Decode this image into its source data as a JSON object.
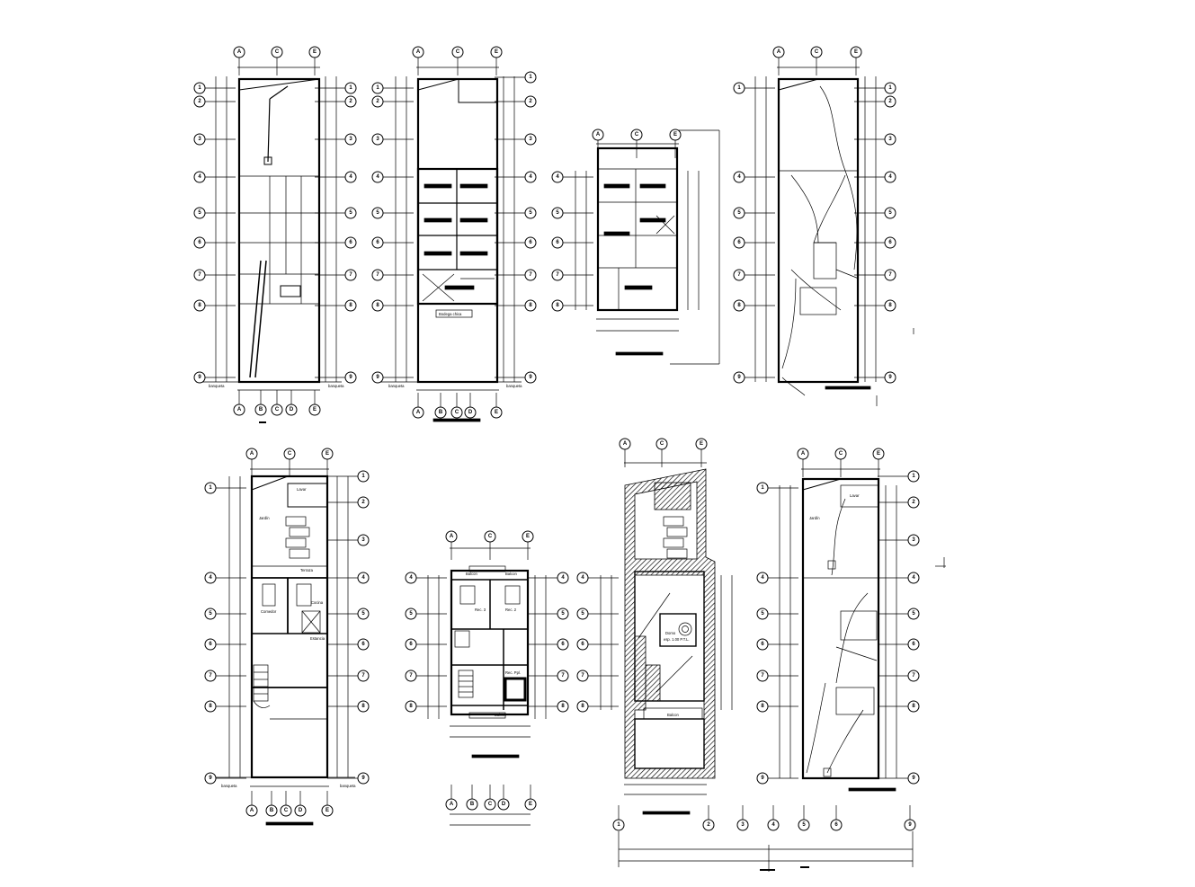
{
  "sheets": [
    {
      "id": "p1",
      "cols": [
        "A",
        "C",
        "E"
      ],
      "bottom_cols": [
        "A",
        "B",
        "C",
        "D",
        "E"
      ],
      "rows": [
        "1",
        "2",
        "3",
        "4",
        "5",
        "6",
        "7",
        "8",
        "9"
      ],
      "labels": [
        {
          "t": "banqueta"
        },
        {
          "t": "banqueta"
        }
      ]
    },
    {
      "id": "p2",
      "cols": [
        "A",
        "C",
        "E"
      ],
      "bottom_cols": [
        "A",
        "B",
        "C",
        "D",
        "E"
      ],
      "rows": [
        "1",
        "2",
        "3",
        "4",
        "5",
        "6",
        "7",
        "8",
        "9"
      ],
      "labels": [
        {
          "t": "banqueta"
        },
        {
          "t": "banqueta"
        },
        {
          "t": "Bodega chica"
        }
      ]
    },
    {
      "id": "p3",
      "cols": [
        "A",
        "C",
        "E"
      ],
      "rows": [
        "4",
        "5",
        "6",
        "7",
        "8"
      ],
      "labels": []
    },
    {
      "id": "p4",
      "cols": [
        "A",
        "C",
        "E"
      ],
      "rows": [
        "1",
        "2",
        "3",
        "4",
        "5",
        "6",
        "7",
        "8",
        "9"
      ],
      "labels": []
    },
    {
      "id": "p5",
      "cols": [
        "A",
        "C",
        "E"
      ],
      "bottom_cols": [
        "A",
        "B",
        "C",
        "D",
        "E"
      ],
      "rows": [
        "1",
        "2",
        "3",
        "4",
        "5",
        "6",
        "7",
        "8",
        "9"
      ],
      "labels": [
        {
          "t": "Lavar"
        },
        {
          "t": "Jardín"
        },
        {
          "t": "Terraza"
        },
        {
          "t": "Comedor"
        },
        {
          "t": "Cocina"
        },
        {
          "t": "Estancia"
        },
        {
          "t": "banqueta"
        },
        {
          "t": "banqueta"
        }
      ]
    },
    {
      "id": "p6",
      "cols": [
        "A",
        "C",
        "E"
      ],
      "bottom_cols": [
        "A",
        "B",
        "C",
        "D",
        "E"
      ],
      "rows": [
        "4",
        "5",
        "6",
        "7",
        "8"
      ],
      "labels": [
        {
          "t": "Balcon"
        },
        {
          "t": "Balcon"
        },
        {
          "t": "Rec. 3"
        },
        {
          "t": "Rec. 2"
        },
        {
          "t": "Rec. Ppl."
        },
        {
          "t": "Balcon"
        }
      ]
    },
    {
      "id": "p7",
      "cols": [
        "A",
        "C",
        "E"
      ],
      "rows": [
        "4",
        "5",
        "6",
        "7",
        "8"
      ],
      "labels": [
        {
          "t": "Domo"
        },
        {
          "t": "esp. 1.00 P.T.L."
        },
        {
          "t": "Balcon"
        }
      ],
      "bottom_cols": [
        "1",
        "2",
        "3",
        "4",
        "5",
        "6",
        "9"
      ]
    },
    {
      "id": "p8",
      "cols": [
        "A",
        "C",
        "E"
      ],
      "rows": [
        "1",
        "2",
        "3",
        "4",
        "5",
        "6",
        "7",
        "8",
        "9"
      ],
      "labels": [
        {
          "t": "Lavar"
        },
        {
          "t": "Jardín"
        }
      ]
    }
  ]
}
